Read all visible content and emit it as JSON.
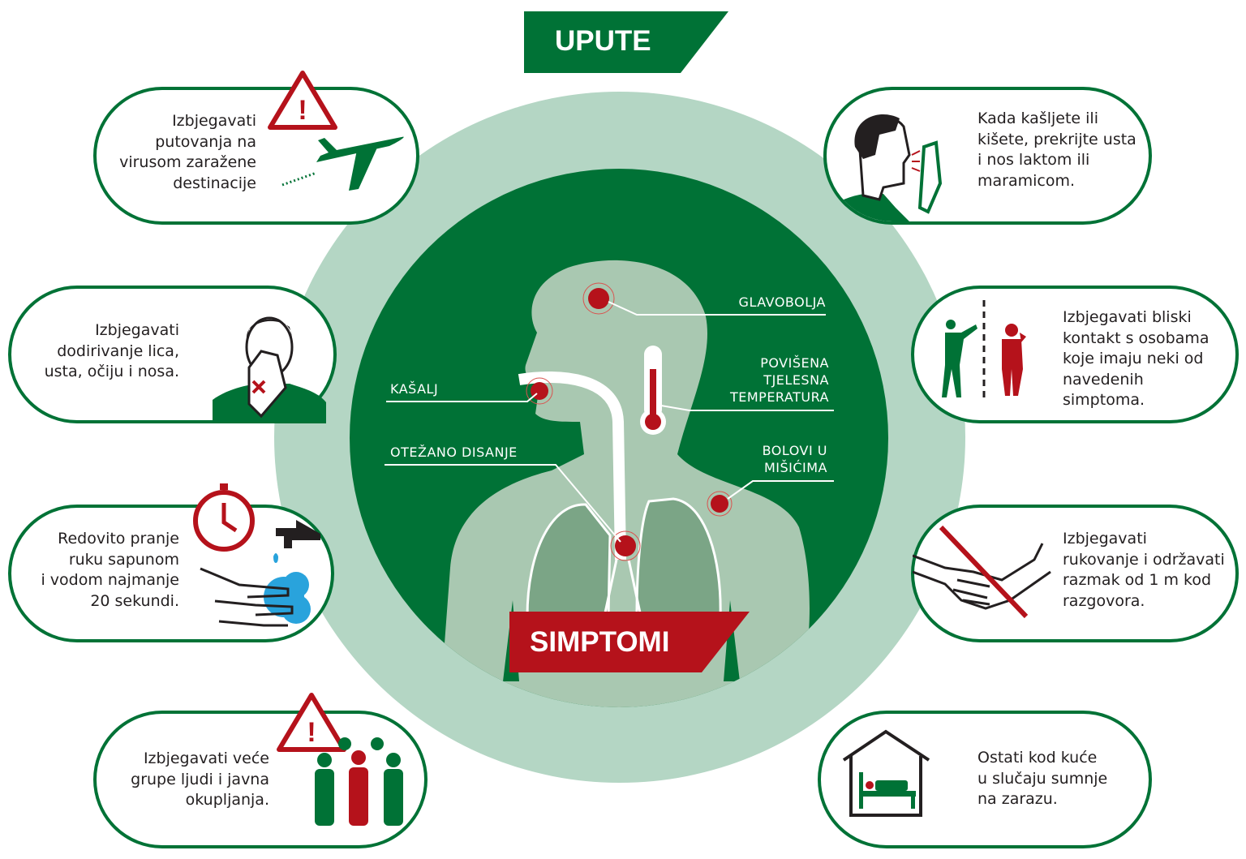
{
  "header": {
    "title": "UPUTE"
  },
  "symptoms": {
    "title": "SIMPTOMI",
    "items": [
      "GLAVOBOLJA",
      "POVIŠENA TJELESNA TEMPERATURA",
      "KAŠALJ",
      "OTEŽANO DISANJE",
      "BOLOVI U MIŠIĆIMA"
    ],
    "povisena": [
      "POVIŠENA",
      "TJELESNA",
      "TEMPERATURA"
    ],
    "bolovi": [
      "BOLOVI U",
      "MIŠIĆIMA"
    ]
  },
  "tips": [
    {
      "text": "Izbjegavati putovanja na virusom zaražene destinacije",
      "lines": [
        "Izbjegavati",
        "putovanja na",
        "virusom zaražene",
        "destinacije"
      ],
      "icon": "airplane-warning-icon"
    },
    {
      "text": "Izbjegavati dodirivanje lica, usta, očiju i nosa.",
      "lines": [
        "Izbjegavati",
        "dodirivanje lica,",
        "usta, očiju i nosa."
      ],
      "icon": "face-touch-icon"
    },
    {
      "text": "Redovito pranje ruku sapunom i vodom najmanje 20 sekundi.",
      "lines": [
        "Redovito pranje",
        "ruku sapunom",
        "i vodom najmanje",
        "20 sekundi."
      ],
      "icon": "handwash-timer-icon"
    },
    {
      "text": "Izbjegavati veće grupe ljudi i javna okupljanja.",
      "lines": [
        "Izbjegavati veće",
        "grupe ljudi i javna",
        "okupljanja."
      ],
      "icon": "crowd-warning-icon"
    },
    {
      "text": "Kada kašljete ili kišete, prekrijte usta i nos laktom ili maramicom.",
      "lines": [
        "Kada kašljete ili",
        "kišete, prekrijte usta",
        "i nos laktom ili",
        "maramicom."
      ],
      "icon": "sneeze-tissue-icon"
    },
    {
      "text": "Izbjegavati bliski kontakt s osobama koje imaju neki od navedenih simptoma.",
      "lines": [
        "Izbjegavati bliski",
        "kontakt s osobama",
        "koje imaju neki od",
        "navedenih",
        "simptoma."
      ],
      "icon": "distance-icon"
    },
    {
      "text": "Izbjegavati rukovanje i održavati razmak od 1 m kod razgovora.",
      "lines": [
        "Izbjegavati",
        "rukovanje i održavati",
        "razmak od 1 m kod",
        "razgovora."
      ],
      "icon": "no-handshake-icon"
    },
    {
      "text": "Ostati kod kuće u slučaju sumnje na zarazu.",
      "lines": [
        "Ostati kod kuće",
        "u slučaju sumnje",
        "na zarazu."
      ],
      "icon": "house-bed-icon"
    }
  ],
  "colors": {
    "green": "#007236",
    "light": "#b4d6c4",
    "body": "#a9c8b1",
    "red": "#b5121b",
    "lung": "#7ba586"
  }
}
